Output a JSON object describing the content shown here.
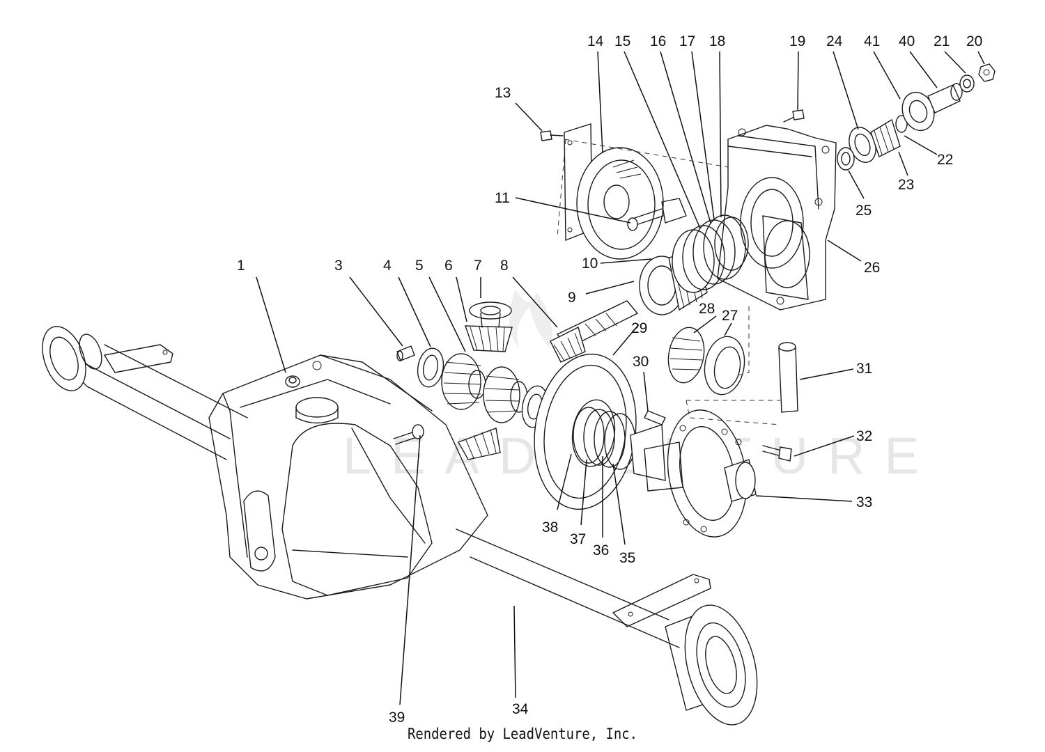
{
  "watermark_text": "LEADVENTURE",
  "credit": "Rendered by LeadVenture, Inc.",
  "callouts": [
    "1",
    "3",
    "4",
    "5",
    "6",
    "7",
    "8",
    "9",
    "10",
    "11",
    "13",
    "14",
    "15",
    "16",
    "17",
    "18",
    "19",
    "20",
    "21",
    "22",
    "23",
    "24",
    "25",
    "26",
    "27",
    "28",
    "29",
    "30",
    "31",
    "32",
    "33",
    "34",
    "35",
    "36",
    "37",
    "38",
    "39",
    "40",
    "41"
  ]
}
